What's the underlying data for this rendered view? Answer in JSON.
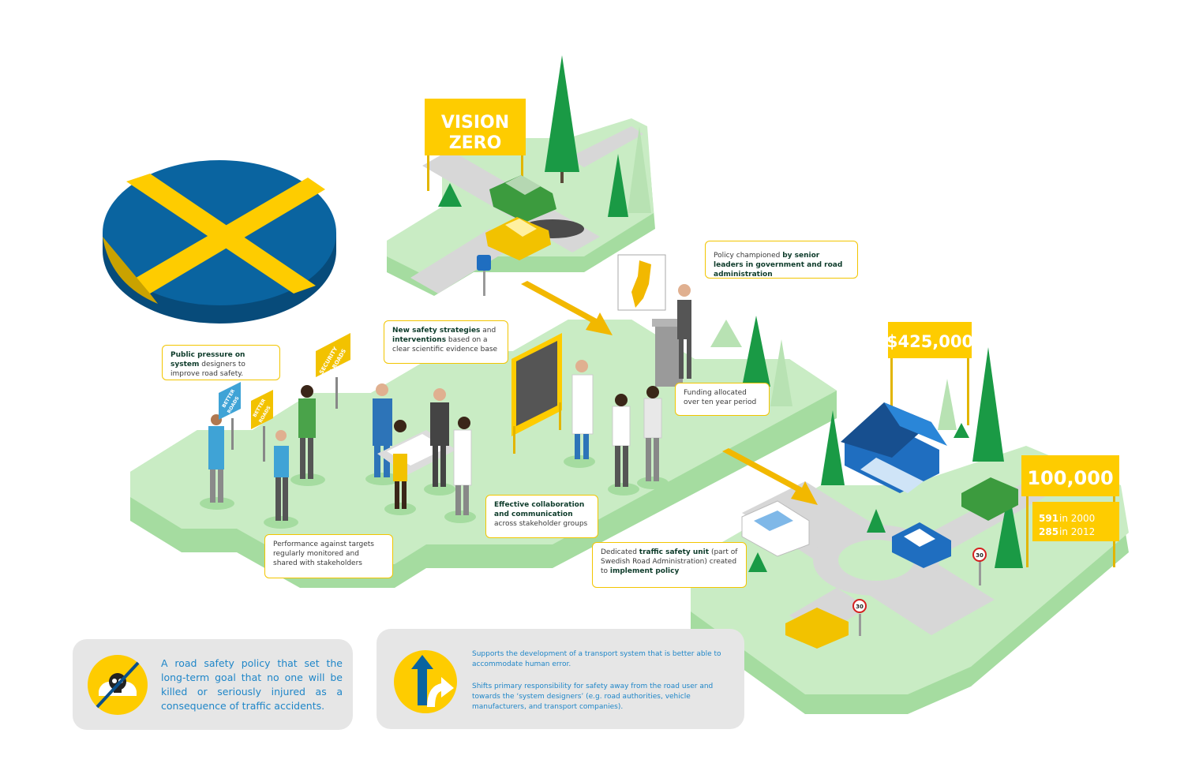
{
  "signs": {
    "vision_line1": "VISION",
    "vision_line2": "ZERO",
    "amount": "$425,000",
    "total": "100,000",
    "stat1_value": "591",
    "stat1_label": "in 2000",
    "stat2_value": "285",
    "stat2_label": "in 2012"
  },
  "protest_signs": {
    "sign1_line1": "BETTER",
    "sign1_line2": "ROADS",
    "sign2_line1": "BETTER",
    "sign2_line2": "ROADS",
    "sign3_line1": "SECURITY",
    "sign3_line2": "ON ROADS"
  },
  "speed_sign": "30",
  "callouts": {
    "policy": {
      "pre": "Policy championed ",
      "bold": "by senior leaders in government and road administration"
    },
    "strategies": {
      "bold1": "New safety strategies",
      "mid": " and ",
      "bold2": "interventions",
      "post": " based on a clear scientific evidence base"
    },
    "pressure": {
      "bold": "Public pressure on system",
      "post": " designers to improve road safety."
    },
    "funding": {
      "text": "Funding allocated over ten year period"
    },
    "collaboration": {
      "bold": "Effective collaboration and communication",
      "post": " across stakeholder groups"
    },
    "performance": {
      "text": "Performance against targets regularly monitored and shared with stakeholders"
    },
    "unit": {
      "pre": "Dedicated ",
      "bold1": "traffic safety unit",
      "mid": " (part of Swedish Road Administration) created to ",
      "bold2": "implement policy"
    }
  },
  "panels": {
    "left_text": "A road safety policy that set the long-term goal that no one will be killed or seriously injured as a consequence of traffic accidents.",
    "right_p1": "Supports the development of a transport system that is better able to accommodate human error.",
    "right_p2": "Shifts primary responsibility for safety away from the road user and towards the ‘system designers’ (e.g. road authorities, vehicle manufacturers, and transport companies)."
  },
  "colors": {
    "flag_blue": "#0a64a0",
    "flag_yellow": "#fecc00",
    "ground": "#c9ecc4",
    "ground_side": "#a5dca0",
    "road": "#d7d7d7",
    "tree": "#1a9a45",
    "sign_yellow": "#fecc00",
    "text_blue": "#1f86c8"
  }
}
